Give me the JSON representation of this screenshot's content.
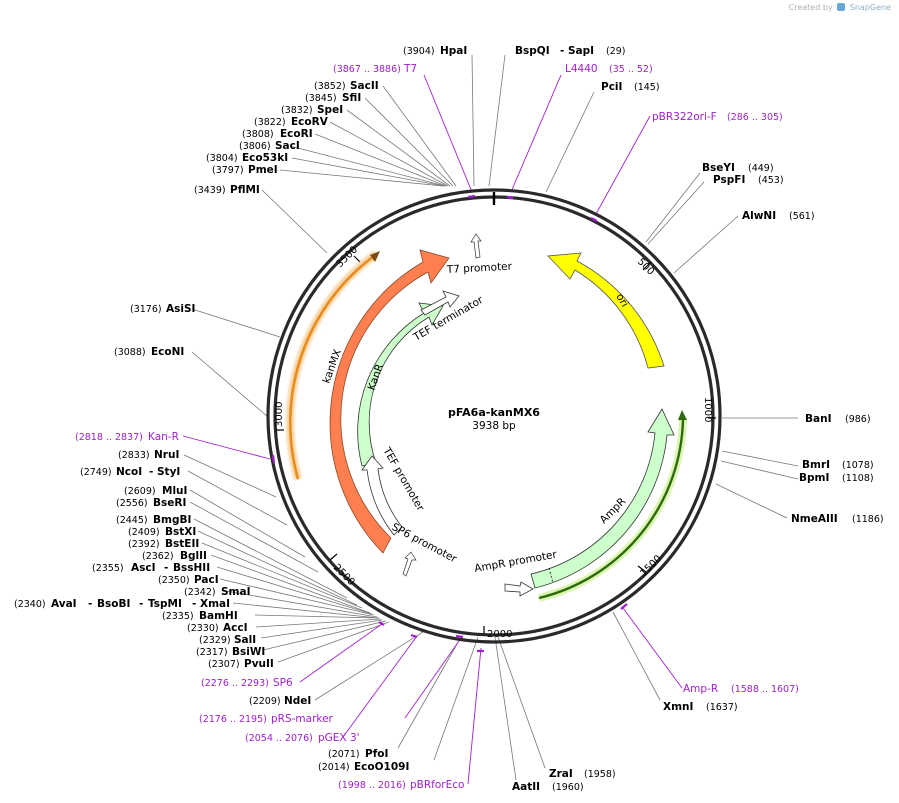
{
  "credit": {
    "prefix": "Created by",
    "brand": "SnapGene"
  },
  "plasmid": {
    "name": "pFA6a-kanMX6",
    "length": "3938 bp"
  },
  "ticks": [
    "500",
    "1000",
    "1500",
    "2000",
    "2500",
    "3000",
    "3500"
  ],
  "enzymes": [
    {
      "pos": "(3904)",
      "name": "HpaI"
    },
    {
      "pos": "(29)",
      "name": "BspQI",
      "name2": "SapI"
    },
    {
      "pos": "(145)",
      "name": "PciI"
    },
    {
      "pos": "(449)",
      "name": "BseYI"
    },
    {
      "pos": "(453)",
      "name": "PspFI"
    },
    {
      "pos": "(561)",
      "name": "AlwNI"
    },
    {
      "pos": "(986)",
      "name": "BanI"
    },
    {
      "pos": "(1078)",
      "name": "BmrI"
    },
    {
      "pos": "(1108)",
      "name": "BpmI"
    },
    {
      "pos": "(1186)",
      "name": "NmeAIII"
    },
    {
      "pos": "(1637)",
      "name": "XmnI"
    },
    {
      "pos": "(1958)",
      "name": "ZraI"
    },
    {
      "pos": "(1960)",
      "name": "AatII"
    },
    {
      "pos": "(2014)",
      "name": "EcoO109I"
    },
    {
      "pos": "(2071)",
      "name": "PfoI"
    },
    {
      "pos": "(2209)",
      "name": "NdeI"
    },
    {
      "pos": "(2307)",
      "name": "PvuII"
    },
    {
      "pos": "(2317)",
      "name": "BsiWI"
    },
    {
      "pos": "(2329)",
      "name": "SalI"
    },
    {
      "pos": "(2330)",
      "name": "AccI"
    },
    {
      "pos": "(2335)",
      "name": "BamHI"
    },
    {
      "pos": "(2340)",
      "name": "AvaI",
      "name2": "BsoBI",
      "name3": "TspMI",
      "name4": "XmaI"
    },
    {
      "pos": "(2342)",
      "name": "SmaI"
    },
    {
      "pos": "(2350)",
      "name": "PacI"
    },
    {
      "pos": "(2355)",
      "name": "AscI",
      "name2": "BssHII"
    },
    {
      "pos": "(2362)",
      "name": "BglII"
    },
    {
      "pos": "(2392)",
      "name": "BstEII"
    },
    {
      "pos": "(2409)",
      "name": "BstXI"
    },
    {
      "pos": "(2445)",
      "name": "BmgBI"
    },
    {
      "pos": "(2556)",
      "name": "BseRI"
    },
    {
      "pos": "(2609)",
      "name": "MluI"
    },
    {
      "pos": "(2749)",
      "name": "NcoI",
      "name2": "StyI"
    },
    {
      "pos": "(2833)",
      "name": "NruI"
    },
    {
      "pos": "(3088)",
      "name": "EcoNI"
    },
    {
      "pos": "(3176)",
      "name": "AsiSI"
    },
    {
      "pos": "(3439)",
      "name": "PflMI"
    },
    {
      "pos": "(3797)",
      "name": "PmeI"
    },
    {
      "pos": "(3804)",
      "name": "Eco53kI"
    },
    {
      "pos": "(3806)",
      "name": "SacI"
    },
    {
      "pos": "(3808)",
      "name": "EcoRI"
    },
    {
      "pos": "(3822)",
      "name": "EcoRV"
    },
    {
      "pos": "(3832)",
      "name": "SpeI"
    },
    {
      "pos": "(3845)",
      "name": "SfiI"
    },
    {
      "pos": "(3852)",
      "name": "SacII"
    }
  ],
  "primers": [
    {
      "range": "(3867 .. 3886)",
      "name": "T7"
    },
    {
      "range": "(35 .. 52)",
      "name": "L4440"
    },
    {
      "range": "(286 .. 305)",
      "name": "pBR322ori-F"
    },
    {
      "range": "(1588 .. 1607)",
      "name": "Amp-R"
    },
    {
      "range": "(1998 .. 2016)",
      "name": "pBRforEco"
    },
    {
      "range": "(2054 .. 2076)",
      "name": "pGEX 3'"
    },
    {
      "range": "(2176 .. 2195)",
      "name": "pRS-marker"
    },
    {
      "range": "(2276 .. 2293)",
      "name": "SP6"
    },
    {
      "range": "(2818 .. 2837)",
      "name": "Kan-R"
    }
  ],
  "features": [
    {
      "name": "T7 promoter",
      "color": "#ffffff"
    },
    {
      "name": "ori",
      "color": "#ffff00"
    },
    {
      "name": "TEF terminator",
      "color": "#ffffff"
    },
    {
      "name": "kanMX",
      "color": "#ff7f50"
    },
    {
      "name": "KanR",
      "color": "#ccffcc"
    },
    {
      "name": "TEF promoter",
      "color": "#ffffff"
    },
    {
      "name": "SP6 promoter",
      "color": "#ffffff"
    },
    {
      "name": "AmpR",
      "color": "#ccffcc"
    },
    {
      "name": "AmpR promoter",
      "color": "#ffffff"
    }
  ],
  "colors": {
    "primer": "#a020d0",
    "backbone": "#222222"
  }
}
